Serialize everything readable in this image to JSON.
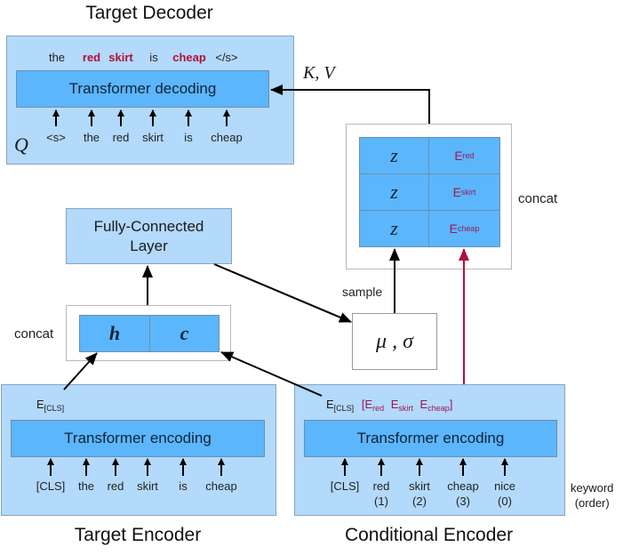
{
  "decoder": {
    "title": "Target Decoder",
    "output_tokens": [
      {
        "text": "the",
        "highlight": false
      },
      {
        "text": "red",
        "highlight": true
      },
      {
        "text": "skirt",
        "highlight": true
      },
      {
        "text": "is",
        "highlight": false
      },
      {
        "text": "cheap",
        "highlight": true
      },
      {
        "text": "</s>",
        "highlight": false
      }
    ],
    "block_label": "Transformer decoding",
    "input_tokens": [
      "<s>",
      "the",
      "red",
      "skirt",
      "is",
      "cheap"
    ],
    "query_label": "Q",
    "kv_label": "K, V"
  },
  "latent_concat": {
    "label": "concat",
    "rows": [
      {
        "z": "z",
        "e_base": "E",
        "e_sub": "red"
      },
      {
        "z": "z",
        "e_base": "E",
        "e_sub": "skirt"
      },
      {
        "z": "z",
        "e_base": "E",
        "e_sub": "cheap"
      }
    ],
    "sample_label": "sample"
  },
  "fc_layer": {
    "line1": "Fully-Connected",
    "line2": "Layer"
  },
  "hc_concat": {
    "label": "concat",
    "h": "h",
    "c": "c"
  },
  "mu_sigma": {
    "label": "μ , σ"
  },
  "target_encoder": {
    "title": "Target Encoder",
    "cls_base": "E",
    "cls_sub": "[CLS]",
    "block_label": "Transformer encoding",
    "input_tokens": [
      "[CLS]",
      "the",
      "red",
      "skirt",
      "is",
      "cheap"
    ]
  },
  "conditional_encoder": {
    "title": "Conditional Encoder",
    "cls_base": "E",
    "cls_sub": "[CLS]",
    "keyword_embeds": [
      {
        "prefix": "[",
        "base": "E",
        "sub": "red",
        "suffix": ""
      },
      {
        "prefix": "",
        "base": "E",
        "sub": "skirt",
        "suffix": ""
      },
      {
        "prefix": "",
        "base": "E",
        "sub": "cheap",
        "suffix": "]"
      }
    ],
    "block_label": "Transformer encoding",
    "input_tokens": [
      {
        "word": "[CLS]",
        "order": ""
      },
      {
        "word": "red",
        "order": "(1)"
      },
      {
        "word": "skirt",
        "order": "(2)"
      },
      {
        "word": "cheap",
        "order": "(3)"
      },
      {
        "word": "nice",
        "order": "(0)"
      }
    ],
    "side_label_line1": "keyword",
    "side_label_line2": "(order)"
  },
  "colors": {
    "outer_fill": "#b3d9fb",
    "inner_fill": "#5cb6fb",
    "keyword_red": "#b0103a",
    "arrow_red": "#b0103a",
    "arrow_black": "#000000"
  }
}
